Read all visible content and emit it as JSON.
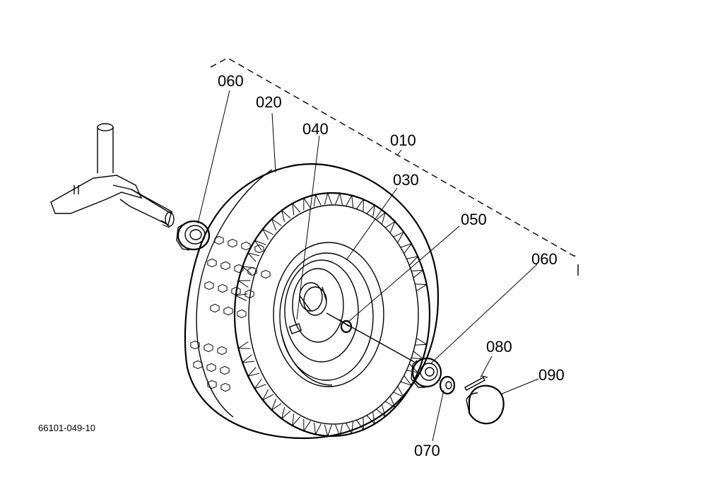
{
  "diagram": {
    "labels": {
      "p010": "010",
      "p020": "020",
      "p030": "030",
      "p040": "040",
      "p050": "050",
      "p060a": "060",
      "p060b": "060",
      "p070": "070",
      "p080": "080",
      "p090": "090"
    },
    "drawing_code": "66101-049-10"
  }
}
